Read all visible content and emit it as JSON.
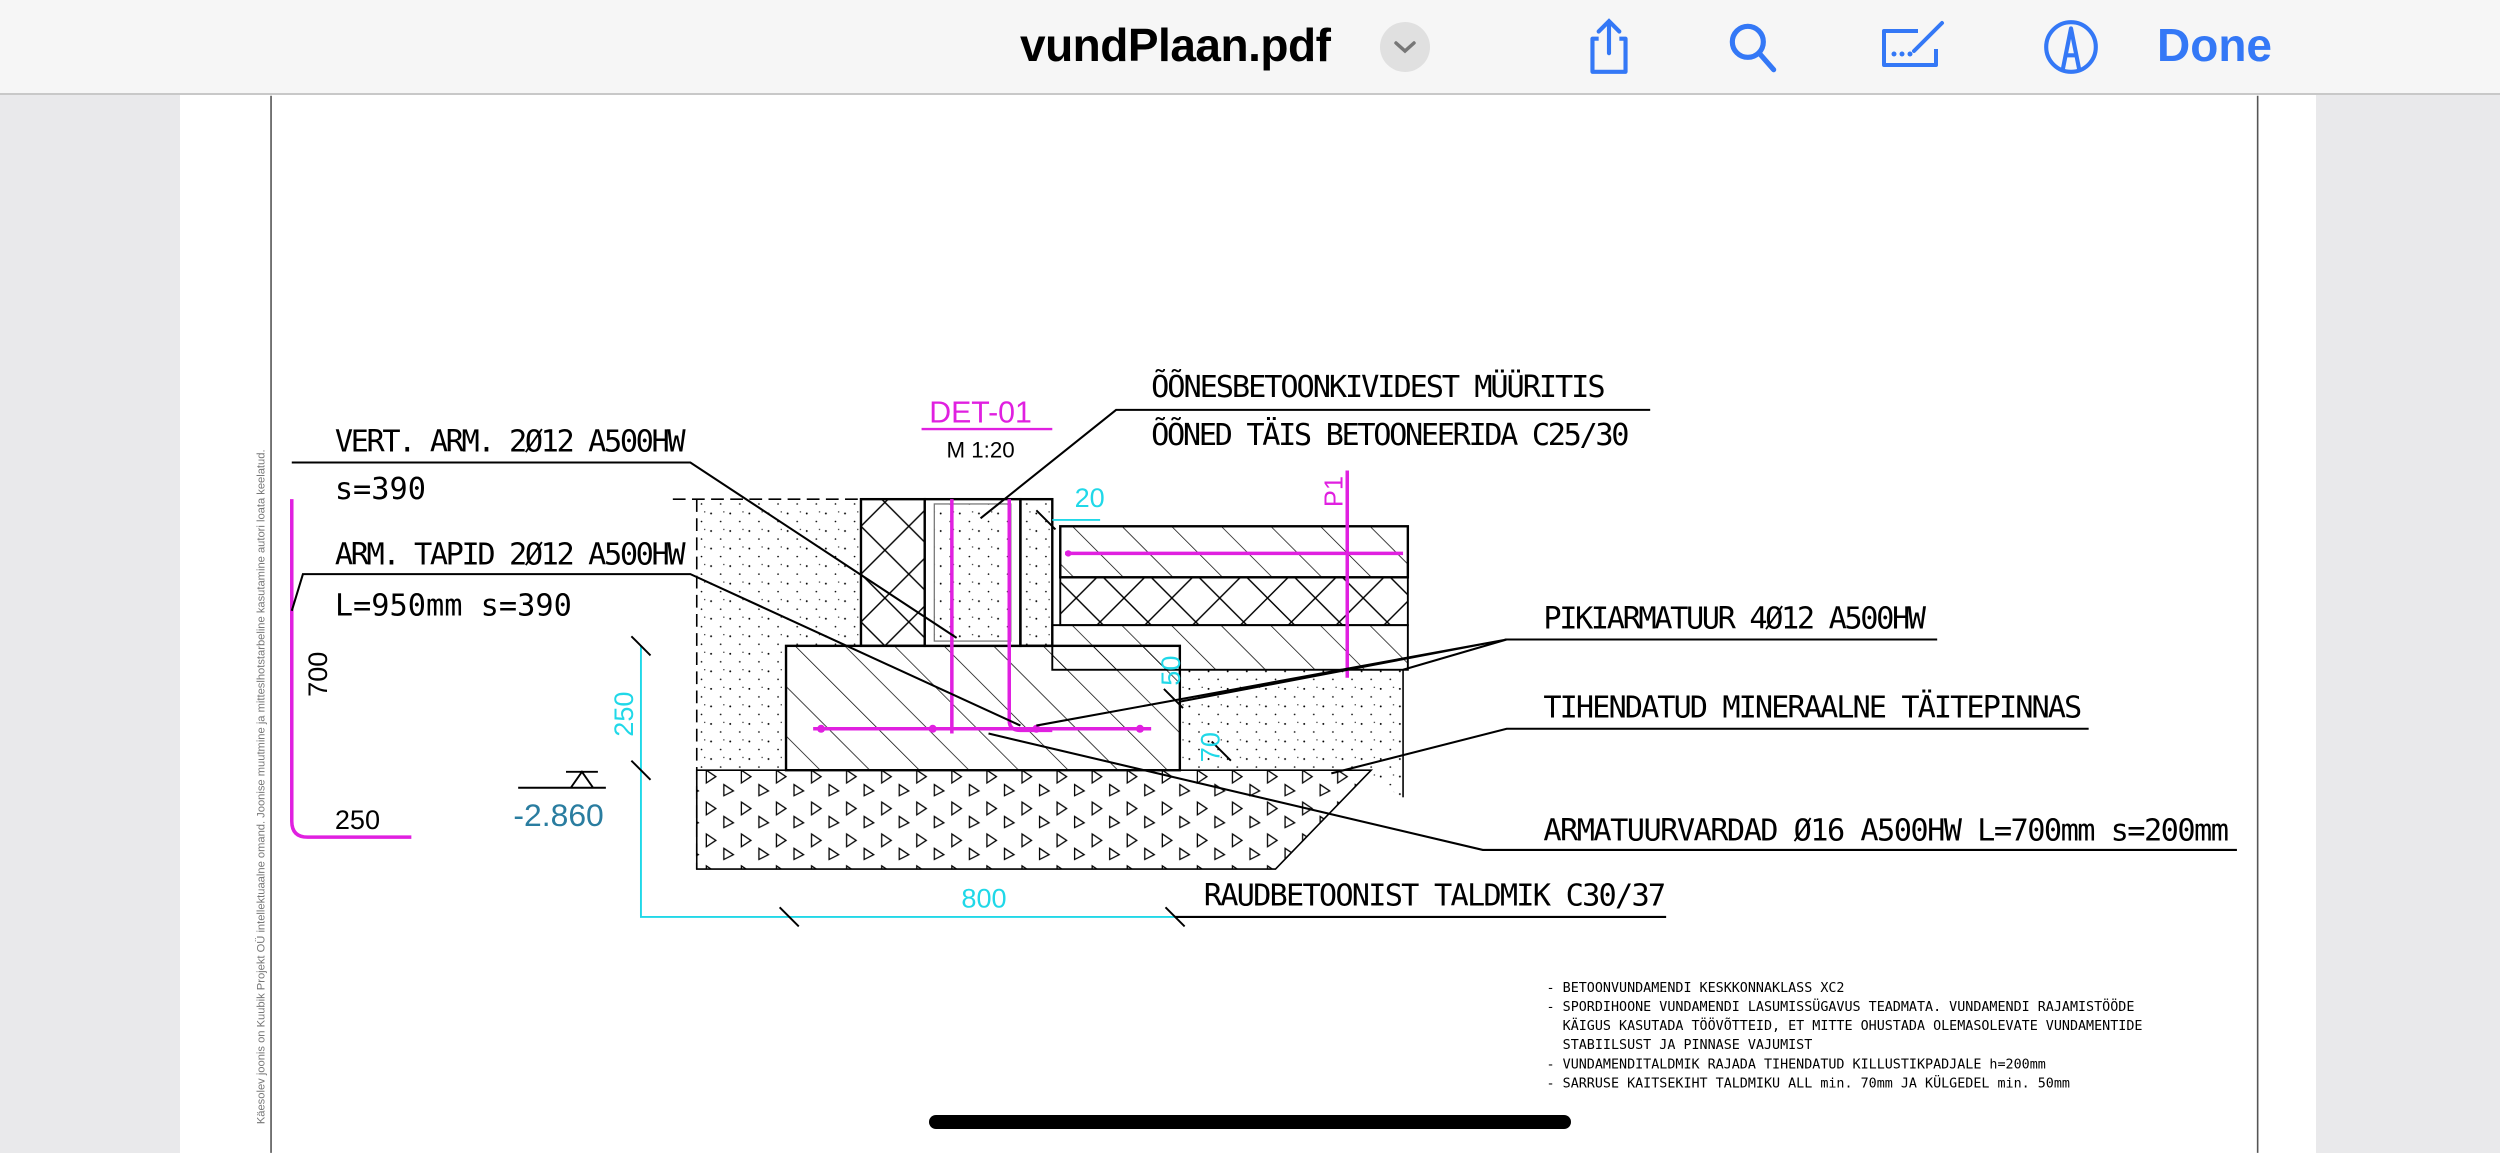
{
  "toolbar": {
    "title": "vundPlaan.pdf",
    "done_label": "Done",
    "icons": [
      "chevron-down-icon",
      "share-icon",
      "search-icon",
      "markup-icon",
      "pen-circle-icon"
    ],
    "accent_color": "#3478f6"
  },
  "document": {
    "copyright": "Käesolev joonis on Kuubik Projekt OÜ intellektuaalne omand. Joonise muutmine ja mitteslhotstarbeline kasutamine autori loata keelatud.",
    "detail": {
      "title": "DET-01",
      "scale": "M 1:20"
    },
    "labels": {
      "wall": "ÕÕNESBETOONKIVIDEST MÜÜRITIS",
      "wall_fill": "ÕÕNED TÄIS BETOONEERIDA C25/30",
      "vert_arm": "VERT. ARM. 2Ø12 A500HW",
      "vert_arm_s": "s=390",
      "arm_tapid": "ARM. TAPID 2Ø12 A500HW",
      "arm_tapid_l": "L=950mm s=390",
      "pikiarmatuur": "PIKIARMATUUR 4Ø12 A500HW",
      "taitepinnas": "TIHENDATUD MINERAALNE TÄITEPINNAS",
      "armatuurvardad": "ARMATUURVARDAD Ø16 A500HW L=700mm s=200mm",
      "taldmik": "RAUDBETOONIST TALDMIK C30/37",
      "p1": "P1"
    },
    "dimensions": {
      "d20": "20",
      "d50": "50",
      "d70": "70",
      "d250": "250",
      "d800": "800",
      "bar_700": "700",
      "bar_250": "250",
      "level": "-2.860"
    },
    "notes": [
      "- BETOONVUNDAMENDI KESKKONNAKLASS XC2",
      "- SPORDIHOONE VUNDAMENDI LASUMISSÜGAVUS TEADMATA. VUNDAMENDI RAJAMISTÖÖDE",
      "  KÄIGUS KASUTADA TÖÖVÕTTEID, ET MITTE OHUSTADA OLEMASOLEVATE VUNDAMENTIDE",
      "  STABIILSUST JA PINNASE VAJUMIST",
      "- VUNDAMENDITALDMIK RAJADA TIHENDATUD KILLUSTIKPADJALE h=200mm",
      "- SARRUSE KAITSEKIHT TALDMIKU ALL min. 70mm JA KÜLGEDEL min. 50mm"
    ],
    "colors": {
      "rebar": "#e020e0",
      "dimension": "#20d8e8",
      "level": "#2a7da0"
    }
  }
}
